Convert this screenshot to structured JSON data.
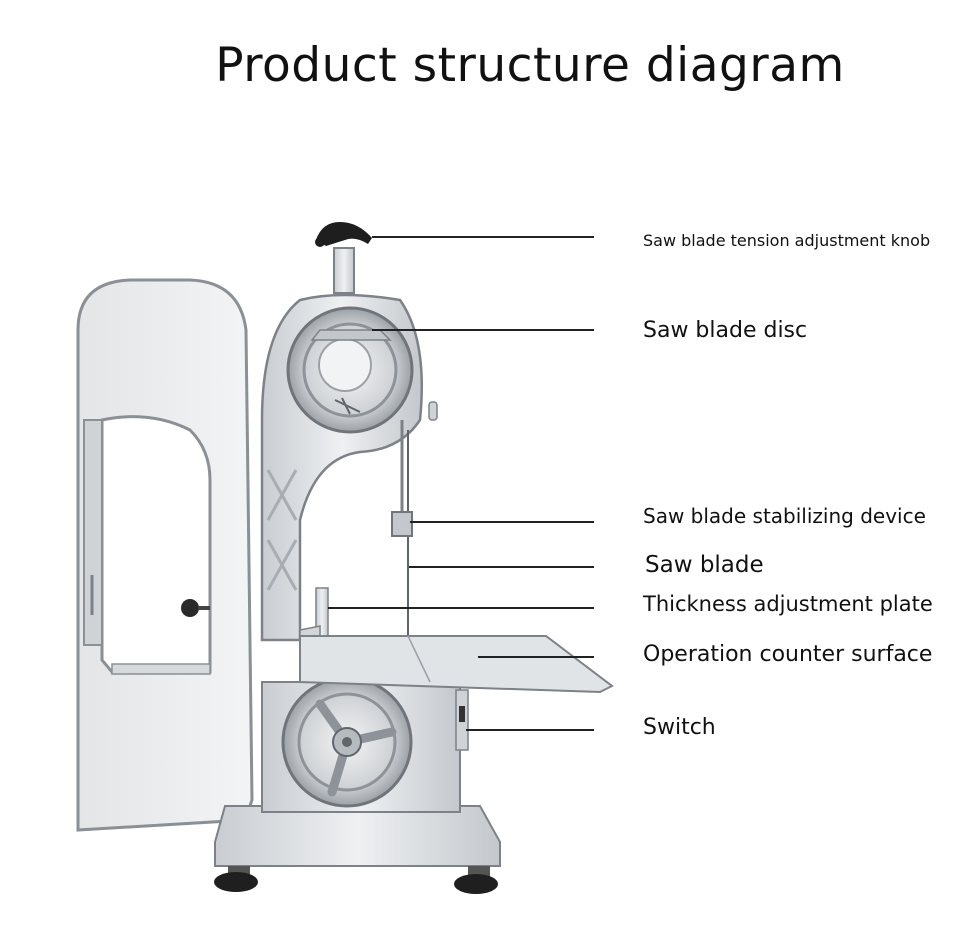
{
  "title": "Product structure diagram",
  "labels": {
    "tension_knob": "Saw blade tension adjustment knob",
    "blade_disc": "Saw blade disc",
    "stabilizer": "Saw blade stabilizing device",
    "blade": "Saw blade",
    "thickness_plate": "Thickness adjustment plate",
    "counter": "Operation counter surface",
    "switch": "Switch"
  },
  "colors": {
    "line": "#222222",
    "metal": "#d9dcdf",
    "metal_dark": "#9aa0a6",
    "outline": "#6f757b"
  }
}
